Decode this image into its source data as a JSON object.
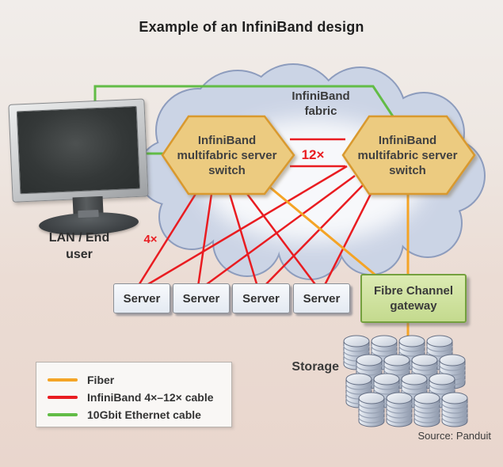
{
  "title": "Example of an InfiniBand design",
  "cloud": {
    "label_lines": [
      "InfiniBand",
      "fabric"
    ]
  },
  "switches": {
    "left": {
      "label_lines": [
        "InfiniBand",
        "multifabric server",
        "switch"
      ]
    },
    "right": {
      "label_lines": [
        "InfiniBand",
        "multifabric server",
        "switch"
      ]
    }
  },
  "links": {
    "x12_label": "12×",
    "x4_label": "4×"
  },
  "lan": {
    "label_lines": [
      "LAN / End",
      "user"
    ]
  },
  "servers": {
    "labels": [
      "Server",
      "Server",
      "Server",
      "Server"
    ]
  },
  "gateway": {
    "label_lines": [
      "Fibre Channel",
      "gateway"
    ]
  },
  "storage": {
    "label": "Storage"
  },
  "legend": {
    "items": [
      {
        "label": "Fiber",
        "color": "#f4a426"
      },
      {
        "label": "InfiniBand 4×–12× cable",
        "color": "#e91c21"
      },
      {
        "label": "10Gbit Ethernet cable",
        "color": "#62bc46"
      }
    ]
  },
  "source": "Source: Panduit",
  "colors": {
    "fiber": "#f4a426",
    "infiniband_cable": "#e91c21",
    "ethernet_cable": "#62bc46",
    "cloud_fill": "#cbd4e5",
    "cloud_border": "#8d9cbd",
    "switch_fill": "#eccb80",
    "switch_border": "#d9992e",
    "gateway_fill": "#cde09f",
    "gateway_border": "#74a03e",
    "server_fill": "#eef2f8",
    "background_top": "#f1edea",
    "background_bottom": "#e9d6cd"
  }
}
